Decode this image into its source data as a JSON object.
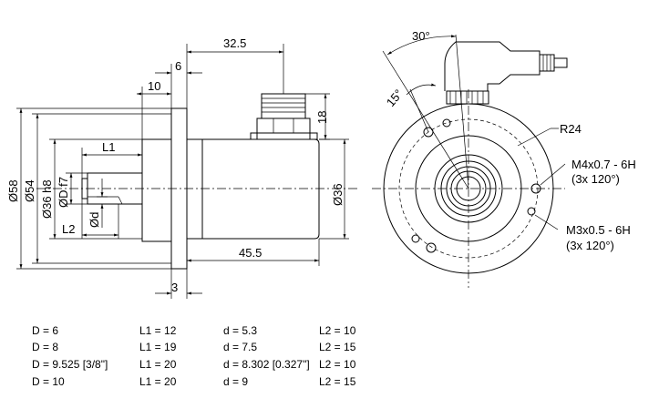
{
  "dimensions": {
    "d325": "32.5",
    "d6": "6",
    "d10": "10",
    "d18": "18",
    "d58": "Ø58",
    "d54": "Ø54",
    "d36h8": "Ø36 h8",
    "dDf7": "ØD f7",
    "dd": "Ød",
    "dL1": "L1",
    "dL2": "L2",
    "d36": "Ø36",
    "d455": "45.5",
    "d3": "3",
    "d30deg": "30°",
    "d15deg": "15°",
    "r24": "R24",
    "m4_1": "M4x0.7 - 6H",
    "m4_2": "(3x 120°)",
    "m3_1": "M3x0.5 - 6H",
    "m3_2": "(3x 120°)"
  },
  "table": {
    "rows": [
      {
        "D": "D =   6",
        "L1": "L1 = 12",
        "d": "d =   5.3",
        "L2": "L2 = 10"
      },
      {
        "D": "D =   8",
        "L1": "L1 = 19",
        "d": "d =   7.5",
        "L2": "L2 = 15"
      },
      {
        "D": "D =   9.525 [3/8\"]",
        "L1": "L1 = 20",
        "d": "d =   8.302 [0.327\"]",
        "L2": "L2 = 10"
      },
      {
        "D": "D = 10",
        "L1": "L1 = 20",
        "d": "d =   9",
        "L2": "L2 = 15"
      }
    ]
  }
}
